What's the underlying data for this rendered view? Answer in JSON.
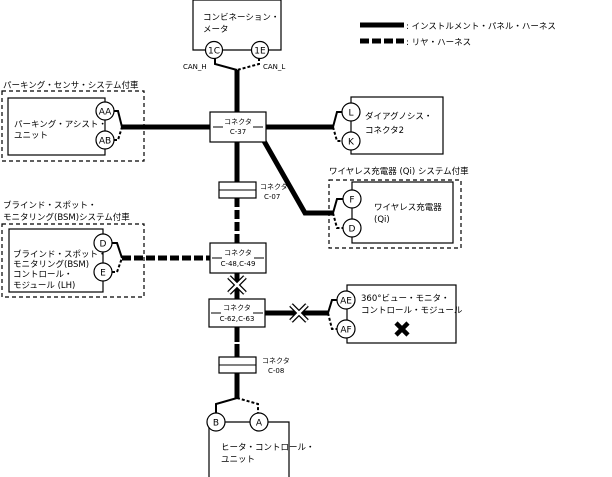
{
  "legend": {
    "solid_label": ": インストルメント・パネル・ハーネス",
    "dashed_label": ": リヤ・ハーネス"
  },
  "combination_meter": {
    "name_line1": "コンビネーション・",
    "name_line2": "メータ",
    "pin_left": "1C",
    "pin_right": "1E",
    "signal_left": "CAN_H",
    "signal_right": "CAN_L"
  },
  "parking": {
    "group_label": "パーキング・センサ・システム付車",
    "name_line1": "パーキング・アシスト・",
    "name_line2": "ユニット",
    "pin_top": "AA",
    "pin_bottom": "AB"
  },
  "connector_c37": {
    "label": "コネクタ",
    "id": "C-37"
  },
  "diagnosis": {
    "name_line1": "ダイアグノシス・",
    "name_line2": "コネクタ2",
    "pin_top": "L",
    "pin_bottom": "K"
  },
  "wireless": {
    "group_label": "ワイヤレス充電器 (Qi) システム付車",
    "name_line1": "ワイヤレス充電器",
    "name_line2": "(Qi)",
    "pin_top": "F",
    "pin_bottom": "D"
  },
  "connector_c07": {
    "label": "コネクタ",
    "id": "C-07"
  },
  "bsm": {
    "group_label_line1": "ブラインド・スポット・",
    "group_label_line2": "モニタリング(BSM)システム付車",
    "name_line1": "ブラインド・スポット・",
    "name_line2": "モニタリング(BSM)",
    "name_line3": "コントロール・",
    "name_line4": "モジュール (LH)",
    "pin_top": "D",
    "pin_bottom": "E"
  },
  "connector_c48": {
    "label": "コネクタ",
    "id": "C-48,C-49"
  },
  "connector_c62": {
    "label": "コネクタ",
    "id": "C-62,C-63"
  },
  "around_view": {
    "name_line1": "360°ビュー・モニタ・",
    "name_line2": "コントロール・モジュール",
    "pin_top": "AE",
    "pin_bottom": "AF"
  },
  "connector_c08": {
    "label": "コネクタ",
    "id": "C-08"
  },
  "heater": {
    "name_line1": "ヒータ・コントロール・",
    "name_line2": "ユニット",
    "pin_left": "B",
    "pin_right": "A"
  }
}
